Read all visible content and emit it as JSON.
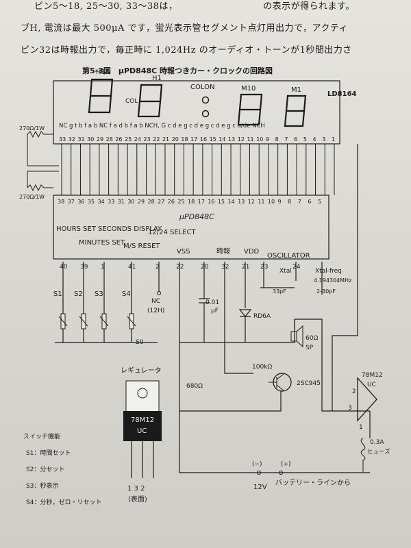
{
  "paragraph": {
    "line1": "ピン5～18, 25～30, 33～38は，",
    "line2": "ブH, 電流は最大 500μA です，蛍光表示管セグメント点灯用出力で，アクティ",
    "line3": "ピン32は時報出力で，毎正時に 1,024Hz のオーディオ・トーンが1秒間出力さ",
    "line1_tail": "の表示が得られます。"
  },
  "caption": "第5-3図　μPD848C 時報つきカー・クロックの回路図",
  "display": {
    "model": "LD8164",
    "digit_labels": [
      "H10",
      "H1",
      "COLON",
      "M10",
      "M1"
    ],
    "col": "COL",
    "pin_numbers": [
      "33",
      "32",
      "31",
      "30",
      "29",
      "28",
      "26",
      "25",
      "24",
      "23",
      "22",
      "21",
      "20",
      "18",
      "17",
      "16",
      "15",
      "14",
      "13",
      "12",
      "11",
      "10",
      "9",
      "8",
      "7",
      "6",
      "5",
      "4",
      "3",
      "1"
    ],
    "seg_letters": "NC g t b f a b NC  f a d b f a b  NCH, G c d e g c d e g c d e g c a/de NCH"
  },
  "resistors": {
    "r1": "270Ω/1W",
    "r2": "270Ω/1W"
  },
  "ic": {
    "name": "μPD848C",
    "top_pins": [
      "38",
      "37",
      "36",
      "35",
      "34",
      "33",
      "31",
      "30",
      "29",
      "28",
      "27",
      "26",
      "25",
      "18",
      "17",
      "16",
      "15",
      "14",
      "13",
      "12",
      "11",
      "10",
      "9",
      "8",
      "7",
      "6",
      "5"
    ],
    "labels": {
      "hours_set": "HOURS SET",
      "minutes_set": "MINUTES SET",
      "seconds_display": "SECONDS DISPLAY",
      "select": "12/24 SELECT",
      "ms_reset": "M/S RESET",
      "vss": "VSS",
      "jiho": "時報",
      "vdd": "VDD",
      "oscillator": "OSCILLATOR"
    },
    "bottom_pins": [
      "40",
      "39",
      "1",
      "41",
      "2",
      "22",
      "20",
      "32",
      "21",
      "23",
      "24"
    ]
  },
  "components": {
    "switches": [
      "S1",
      "S2",
      "S3",
      "S4"
    ],
    "s0": "S0",
    "nc": "NC",
    "nc12": "(12H)",
    "cap1": "0.01",
    "cap1_unit": "μF",
    "zener": "RD6A",
    "xtal": "Xtal",
    "xtal_freq": "Xtal-freq",
    "freq": "4.194304MHz",
    "cap33": "33pF",
    "trim": "2-30pF",
    "speaker": "60Ω",
    "sp": "SP",
    "r100k": "100kΩ",
    "transistor": "2SC945",
    "r680": "680Ω",
    "reg": "78M12",
    "reg_uc": "UC",
    "reg_pin2": "2",
    "reg_pin3": "3",
    "reg_pin1": "1",
    "fuse": "0.3A",
    "fuse_label": "ヒューズ",
    "minus": "(−)",
    "plus": "(+)",
    "v12": "12V",
    "battery": "バッテリー・ラインから"
  },
  "regulator_package": {
    "title": "レギュレータ",
    "line1": "78M12",
    "line2": "UC",
    "pins": "1 3 2",
    "surface": "(表面)"
  },
  "legend": {
    "title": "スイッチ機能",
    "s1": "S1：時間セット",
    "s2": "S2：分セット",
    "s3": "S3：秒表示",
    "s4": "S4：分秒，ゼロ・リセット"
  }
}
